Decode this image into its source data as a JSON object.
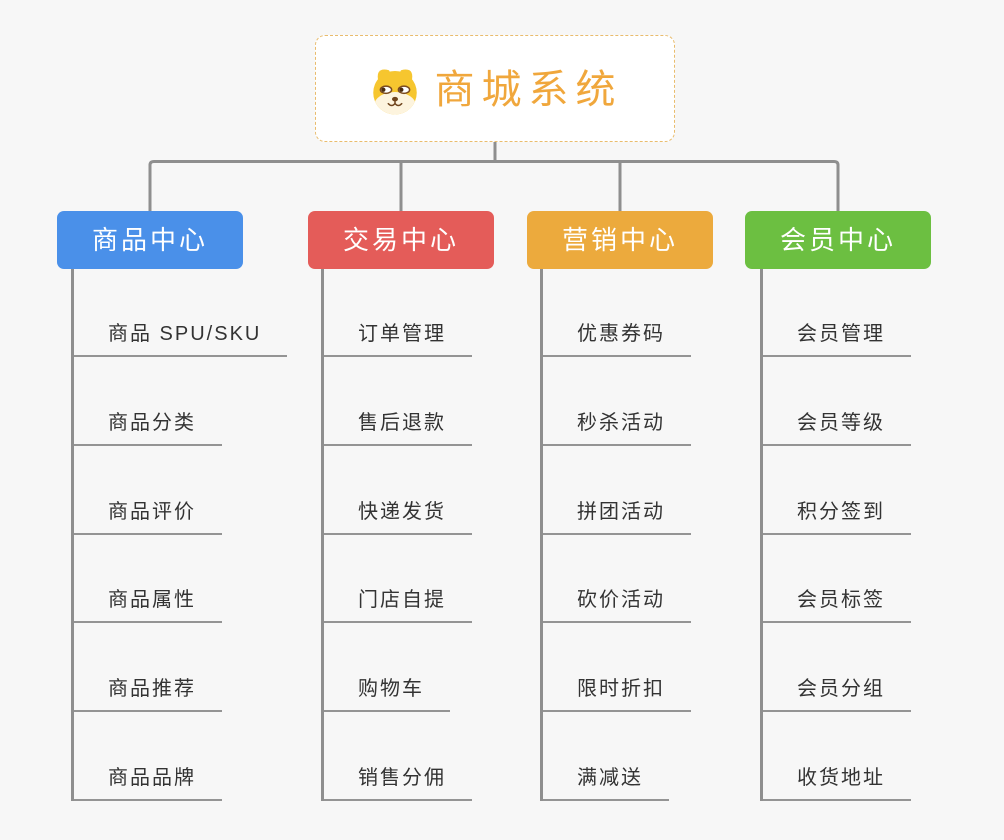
{
  "canvas": {
    "background": "#f7f7f7",
    "connector_color": "#8f8f8f",
    "underline_color": "#949494"
  },
  "root": {
    "title": "商城系统",
    "title_color": "#f0a73c",
    "border_color": "#e9bc6d",
    "background": "#ffffff",
    "icon": "dog-face-icon"
  },
  "branches": [
    {
      "id": "product-center",
      "label": "商品中心",
      "color": "#4a90e9",
      "items": [
        "商品 SPU/SKU",
        "商品分类",
        "商品评价",
        "商品属性",
        "商品推荐",
        "商品品牌"
      ]
    },
    {
      "id": "trade-center",
      "label": "交易中心",
      "color": "#e45c59",
      "items": [
        "订单管理",
        "售后退款",
        "快递发货",
        "门店自提",
        "购物车",
        "销售分佣"
      ]
    },
    {
      "id": "marketing-center",
      "label": "营销中心",
      "color": "#ecaa3d",
      "items": [
        "优惠券码",
        "秒杀活动",
        "拼团活动",
        "砍价活动",
        "限时折扣",
        "满减送"
      ]
    },
    {
      "id": "member-center",
      "label": "会员中心",
      "color": "#6cbf41",
      "items": [
        "会员管理",
        "会员等级",
        "积分签到",
        "会员标签",
        "会员分组",
        "收货地址"
      ]
    }
  ]
}
